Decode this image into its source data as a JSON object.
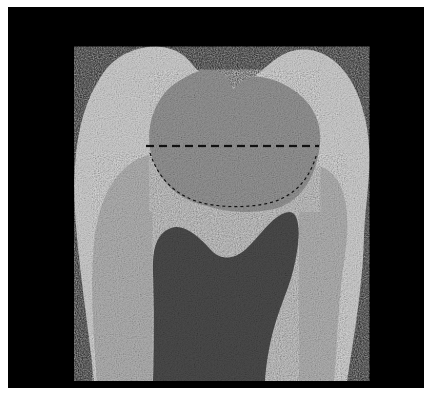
{
  "image": {
    "background_color": "#000000",
    "page_color": "#ffffff",
    "tones": {
      "outer_region": "#d8d8d8",
      "middle_region": "#b9b9b9",
      "upper_inner_region": "#9b9b9b",
      "lower_inner_region": "#4f4f4f",
      "dashed_line": "#111111"
    },
    "regions": [
      "outer-light-region",
      "middle-gray-region",
      "upper-inner-region",
      "lower-dark-region",
      "horizontal-dashed-line",
      "lower-dashed-contour"
    ]
  }
}
